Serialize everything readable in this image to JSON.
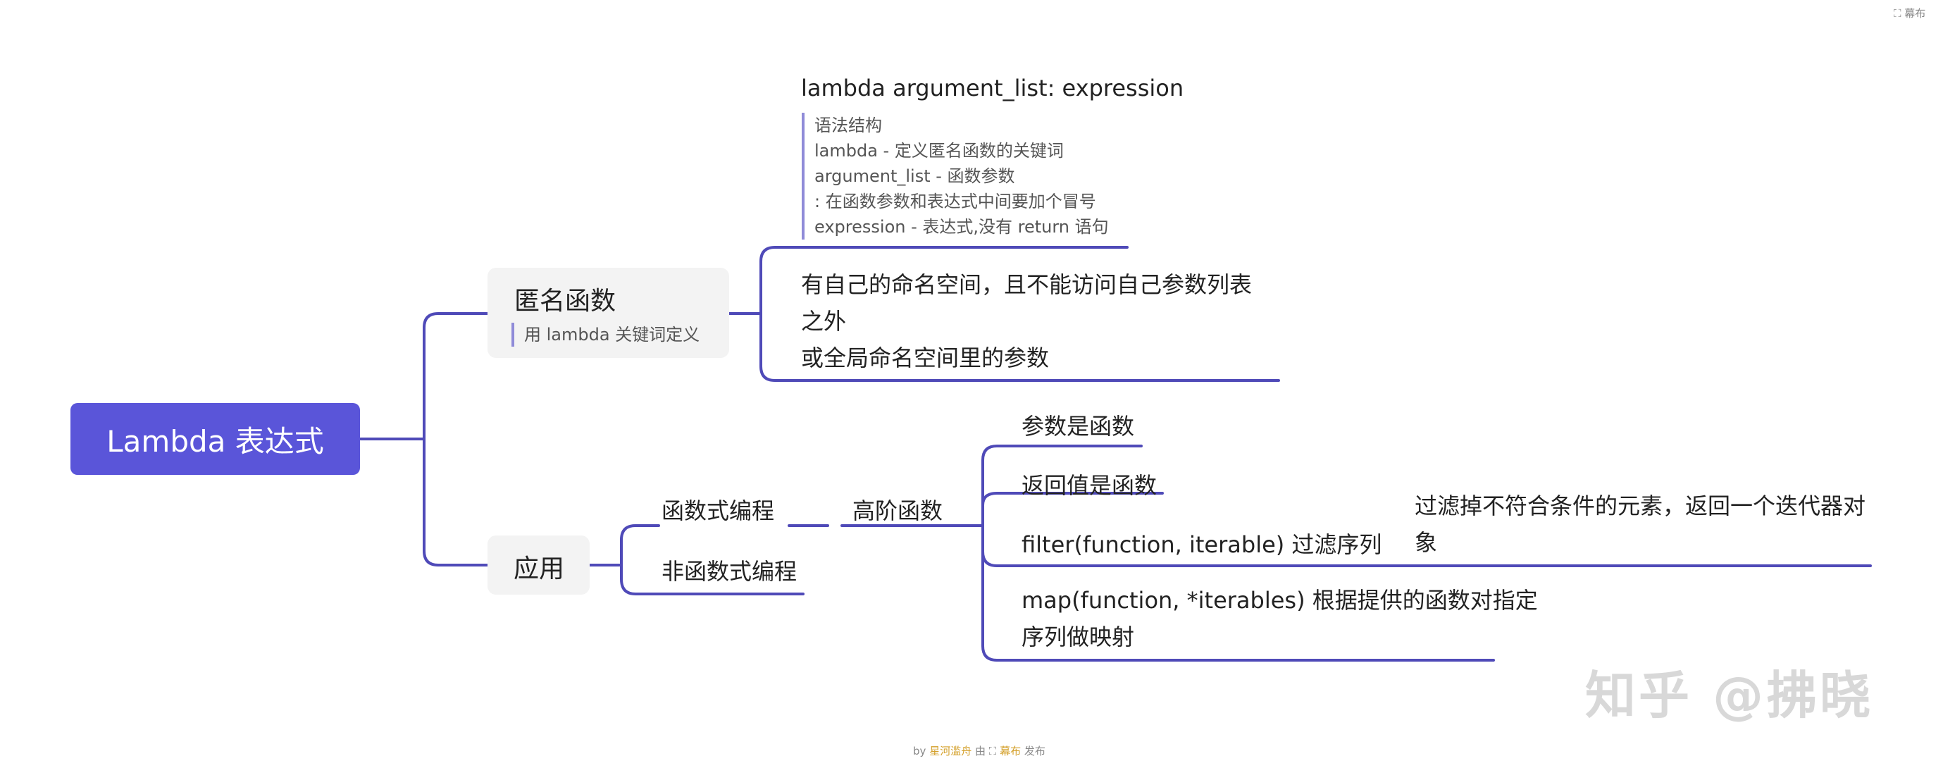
{
  "brand": {
    "top_right_label": "幕布"
  },
  "root": {
    "label": "Lambda 表达式"
  },
  "anonymous": {
    "title": "匿名函数",
    "note": "用 lambda 关键词定义",
    "syntax": {
      "title": "lambda argument_list: expression",
      "notes": [
        "语法结构",
        "lambda - 定义匿名函数的关键词",
        "argument_list - 函数参数",
        ": 在函数参数和表达式中间要加个冒号",
        "expression - 表达式,没有 return 语句"
      ]
    },
    "namespace": {
      "lines": [
        "有自己的命名空间，且不能访问自己参数列表",
        "之外",
        "或全局命名空间里的参数"
      ]
    }
  },
  "usage": {
    "title": "应用",
    "functional": "函数式编程",
    "non_functional": "非函数式编程",
    "higher_order": "高阶函数",
    "items": {
      "param_is_func": "参数是函数",
      "return_is_func": "返回值是函数",
      "filter": "filter(function, iterable) 过滤序列",
      "filter_desc": [
        "过滤掉不符合条件的元素，返回一个迭代器对",
        "象"
      ],
      "map": [
        "map(function, *iterables) 根据提供的函数对指定",
        "序列做映射"
      ]
    }
  },
  "footer": {
    "by": "by",
    "author": "星河滥舟",
    "via": "由",
    "platform": "幕布",
    "publish": "发布"
  },
  "watermark": "知乎 @拂晓",
  "colors": {
    "accent": "#5a55d9",
    "line": "#4f4ab8",
    "note_bar": "#8f8bd8"
  }
}
